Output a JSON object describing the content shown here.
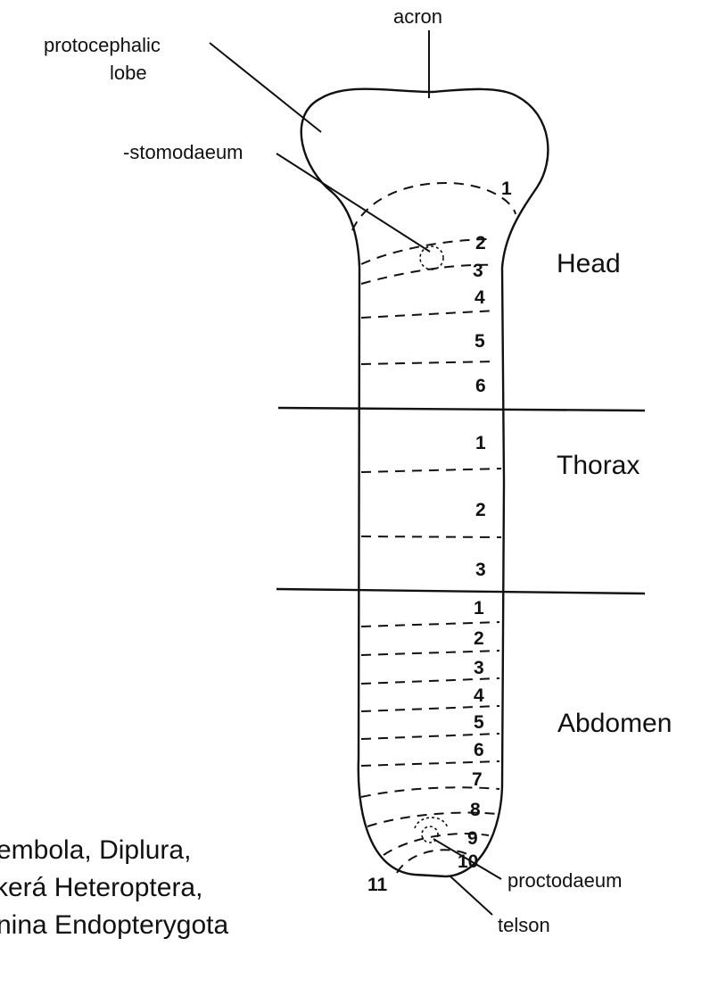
{
  "labels": {
    "acron": "acron",
    "protocephalic_line1": "protocephalic",
    "protocephalic_line2": "lobe",
    "stomodaeum": "-stomodaeum",
    "proctodaeum": "proctodaeum",
    "telson": "telson"
  },
  "regions": {
    "head": "Head",
    "thorax": "Thorax",
    "abdomen": "Abdomen"
  },
  "head_segments": [
    "1",
    "2",
    "3",
    "4",
    "5",
    "6"
  ],
  "thorax_segments": [
    "1",
    "2",
    "3"
  ],
  "abdomen_segments": [
    "1",
    "2",
    "3",
    "4",
    "5",
    "6",
    "7",
    "8",
    "9",
    "10",
    "11"
  ],
  "caption_lines": [
    "embola, Diplura,",
    "kerá Heteroptera,",
    "nina Endopterygota"
  ]
}
